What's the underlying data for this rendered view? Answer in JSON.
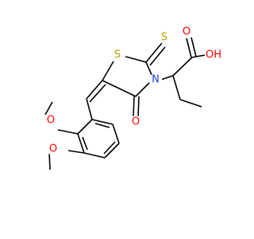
{
  "structure": {
    "atoms": {
      "s_ring": {
        "text": "S",
        "color": "#b8a000"
      },
      "s_thione": {
        "text": "S",
        "color": "#b8a000"
      },
      "n_ring": {
        "text": "N",
        "color": "#1f3fd6"
      },
      "o_ketone": {
        "text": "O",
        "color": "#ff0000"
      },
      "o_carbonyl": {
        "text": "O",
        "color": "#ff0000"
      },
      "o_hydroxyl": {
        "text": "OH",
        "color": "#ff0000"
      },
      "o_methoxy_2": {
        "text": "O",
        "color": "#ff0000"
      },
      "o_methoxy_3": {
        "text": "O",
        "color": "#ff0000"
      }
    }
  }
}
